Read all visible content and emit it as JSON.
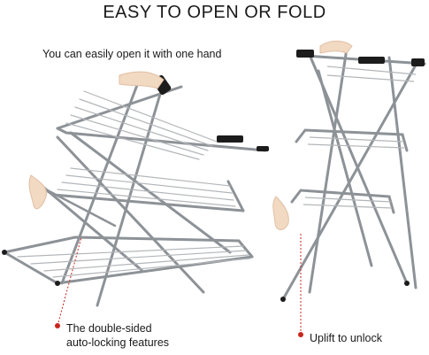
{
  "headline": "EASY TO OPEN OR FOLD",
  "one_hand_note": "You can easily open it with one hand",
  "left_caption": [
    "The double-sided",
    "auto-locking features"
  ],
  "right_caption": "Uplift to unlock",
  "colors": {
    "frame": "#8d9297",
    "wire": "#b3b6b9",
    "caps": "#1c1c1c",
    "pointer": "#c8261c",
    "hand": "#f2d9c2"
  }
}
